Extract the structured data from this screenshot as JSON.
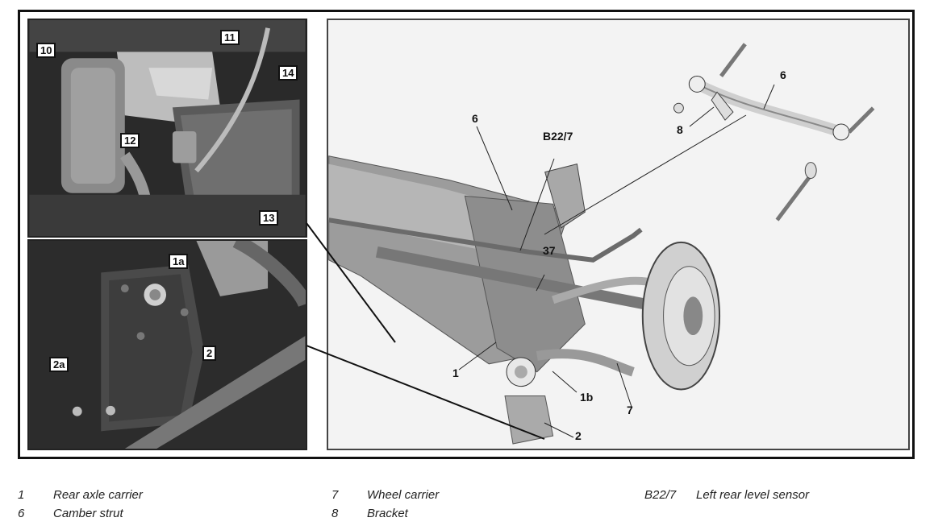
{
  "callouts_top": [
    "10",
    "11",
    "12",
    "13",
    "14"
  ],
  "callouts_bottom": [
    "1a",
    "2",
    "2a"
  ],
  "callouts_main": [
    "6",
    "B22/7",
    "37",
    "1",
    "1b",
    "2",
    "7",
    "6",
    "8"
  ],
  "legend": [
    {
      "num": "1",
      "text": "Rear axle carrier"
    },
    {
      "num": "6",
      "text": "Camber strut"
    },
    {
      "num": "7",
      "text": "Wheel carrier"
    },
    {
      "num": "8",
      "text": "Bracket"
    },
    {
      "num": "B22/7",
      "text": "Left rear level sensor"
    }
  ]
}
